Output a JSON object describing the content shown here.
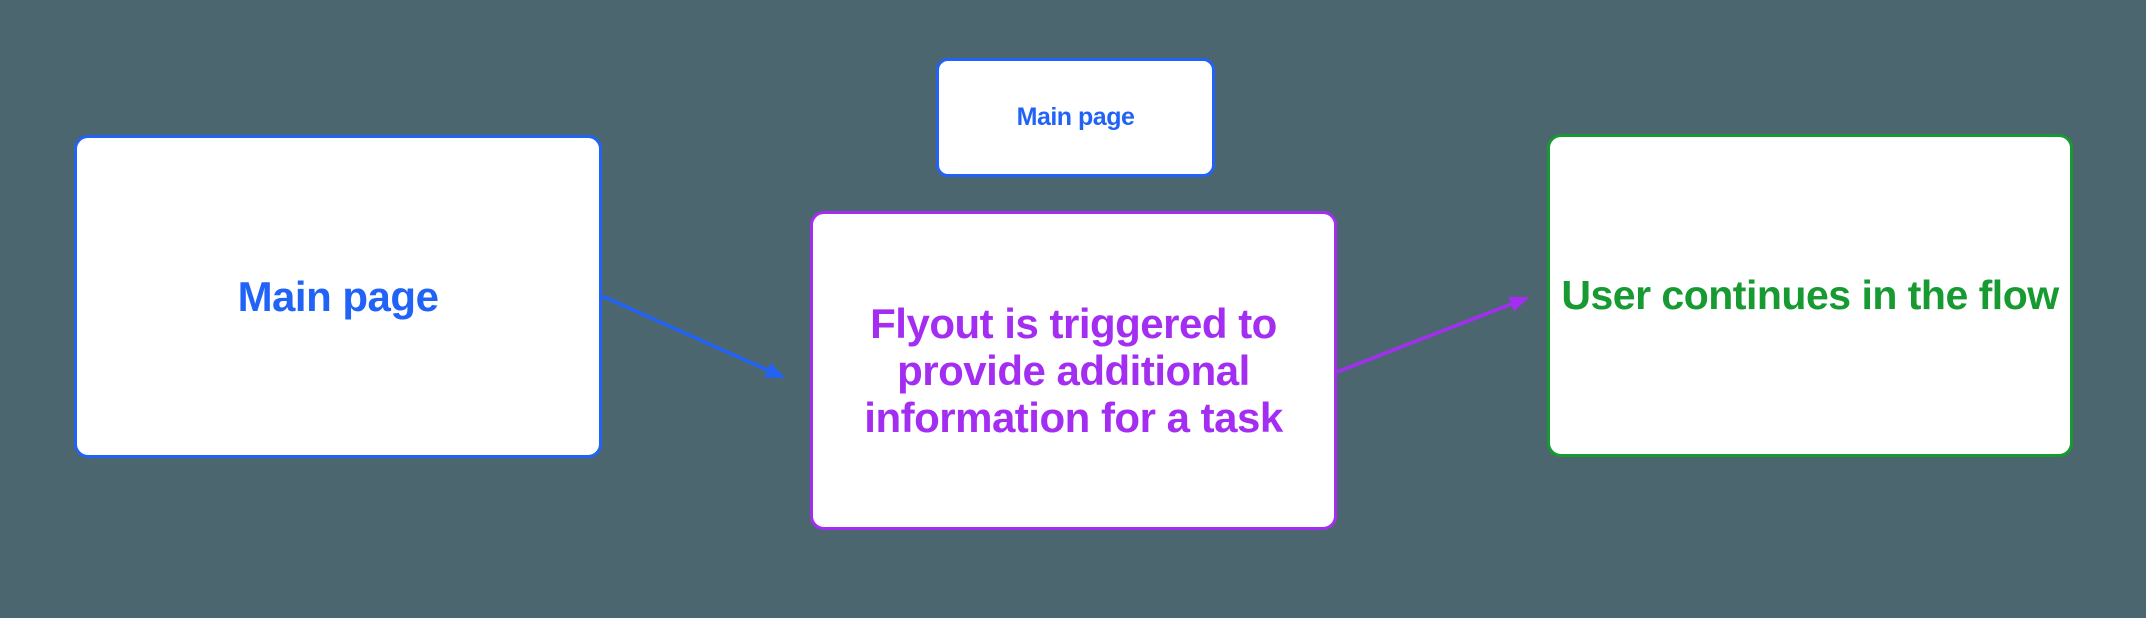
{
  "colors": {
    "bg": "#4C6670",
    "node_fill": "#FFFFFF",
    "blue": "#2163F6",
    "purple": "#A32EF2",
    "green": "#169A31"
  },
  "nodes": {
    "main_page_left": {
      "label": "Main page"
    },
    "main_page_small": {
      "label": "Main page"
    },
    "flyout": {
      "lines": [
        "Flyout is triggered to",
        "provide additional",
        "information for a task"
      ]
    },
    "continue_flow": {
      "label": "User continues in the flow"
    }
  }
}
